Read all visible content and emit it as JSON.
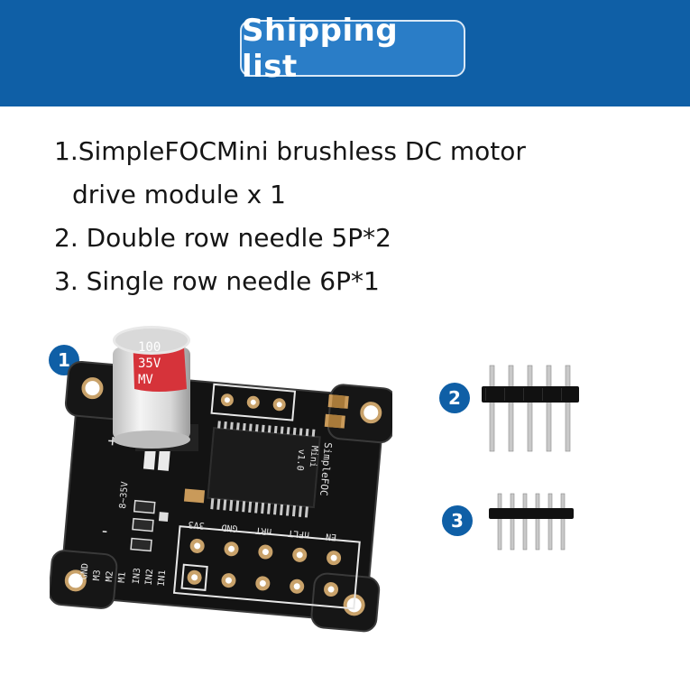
{
  "header": {
    "title": "Shipping list"
  },
  "items": {
    "line1a": "1.SimpleFOCMini brushless DC motor",
    "line1b": "drive module x 1",
    "line2": "2. Double row needle 5P*2",
    "line3": "3. Single row needle 6P*1"
  },
  "badges": {
    "b1": "1",
    "b2": "2",
    "b3": "3"
  },
  "board": {
    "cap_line1": "100",
    "cap_line2": "35V",
    "cap_line3": "MV",
    "silk_brand": "SimpleFOC",
    "silk_mini": "Mini",
    "silk_ver": "v1.0",
    "silk_voltage": "8~35V",
    "silk_plus": "+",
    "silk_minus": "-",
    "pin_3v3": "3V3",
    "pin_gnd": "GND",
    "pin_nrt": "nRT",
    "pin_nflt": "nFLT",
    "pin_en": "EN",
    "pin_in3": "IN3",
    "pin_in2": "IN2",
    "pin_in1": "IN1",
    "pin_m1": "M1",
    "pin_m2": "M2",
    "pin_m3": "M3",
    "pin_gnd2": "GND"
  },
  "colors": {
    "banner": "#0f5fa6",
    "pcb": "#111111",
    "badge": "#0f5fa6",
    "cap_label": "#d6333a"
  }
}
